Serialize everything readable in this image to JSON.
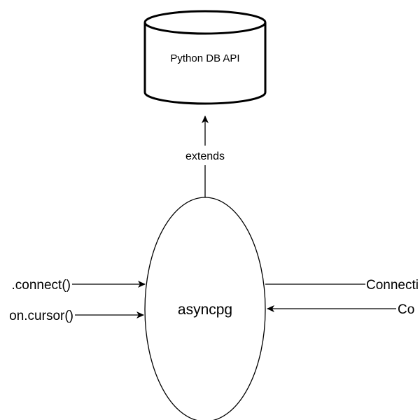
{
  "diagram": {
    "nodes": {
      "database": {
        "label": "Python DB API",
        "shape": "cylinder"
      },
      "main": {
        "label": "asyncpg",
        "shape": "ellipse"
      }
    },
    "edges": {
      "extends": {
        "label": "extends"
      },
      "connect_in": {
        "label": ".connect()"
      },
      "cursor_in": {
        "label": "on.cursor()"
      },
      "connection_out": {
        "label": "Connecti"
      },
      "right_in": {
        "label": "Co"
      }
    },
    "colors": {
      "stroke": "#000000",
      "background": "#ffffff"
    }
  }
}
